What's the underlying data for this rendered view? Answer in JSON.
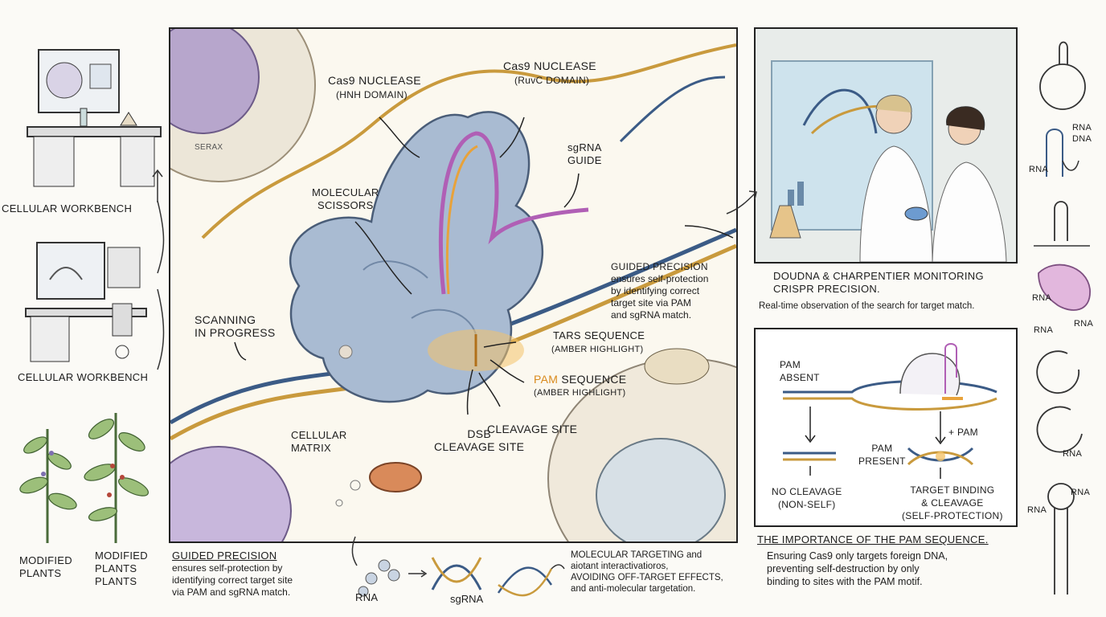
{
  "left": {
    "workbench_top": "CELLULAR WORKBENCH",
    "workbench_bottom": "CELLULAR WORKBENCH",
    "plants_left": "MODIFIED\nPLANTS",
    "plants_right": "MODIFIED\nPLANTS\nPLANTS"
  },
  "center": {
    "hnh_title": "Cas9 NUCLEASE",
    "hnh_sub": "(HNH DOMAIN)",
    "ruvc_title": "Cas9 NUCLEASE",
    "ruvc_sub": "(RuvC DOMAIN)",
    "sgrna_guide": "sgRNA\nGUIDE",
    "scissors": "MOLECULAR\nSCISSORS",
    "scanning": "SCANNING\nIN PROGRESS",
    "guided_title": "GUIDED PRECISION",
    "guided_body": "ensures self-protection\nby identifying correct\ntarget site via PAM\nand sgRNA match.",
    "tars_title": "TARS SEQUENCE",
    "tars_sub": "(AMBER HIGHLIGHT)",
    "pam_word": "PAM",
    "pam_rest": "SEQUENCE",
    "pam_sub": "(AMBER HIGHLIGHT)",
    "cleavage": "CLEAVAGE SITE",
    "dsb": "DSB\nCLEAVAGE SITE",
    "matrix": "CELLULAR\nMATRIX",
    "cell_label": "SERAX"
  },
  "bottom": {
    "guided_title": "GUIDED PRECISION",
    "guided_body": "ensures self-protection by\nidentifying correct target site\nvia PAM and sgRNA match.",
    "rna": "RNA",
    "sgrna": "sgRNA",
    "targeting": "MOLECULAR TARGETING and\naiotant interactivatioros,\nAVOIDING OFF-TARGET EFFECTS,\nand anti-molecular targetation."
  },
  "right_top": {
    "caption_title": "DOUDNA & CHARPENTIER MONITORING\nCRISPR PRECISION.",
    "caption_body": "Real-time observation of the search for target match."
  },
  "pam_panel": {
    "absent": "PAM\nABSENT",
    "present": "PAM\nPRESENT",
    "plus_pam": "+ PAM",
    "no_cleavage": "NO CLEAVAGE\n(NON-SELF)",
    "target_binding": "TARGET BINDING\n& CLEAVAGE\n(SELF-PROTECTION)",
    "importance_title": "THE IMPORTANCE OF THE PAM SEQUENCE.",
    "importance_body": "Ensuring Cas9 only targets foreign DNA,\npreventing self-destruction by only\nbinding to sites with the PAM motif."
  },
  "far_right": {
    "rna_1": "RNA",
    "dna_1": "DNA",
    "rna_2": "RNA",
    "rna_3": "RNA",
    "rna_4": "RNA",
    "rna_5": "RNA",
    "rna_6": "RNA",
    "rna_7": "RNA",
    "rna_8": "RNA"
  },
  "colors": {
    "protein": "#9fb3cc",
    "amber": "#e8a23a",
    "dna_blue": "#3b5b86",
    "dna_gold": "#c99a3d",
    "cell_purple": "#8e79a8",
    "rna_pink": "#d9a8cf"
  }
}
